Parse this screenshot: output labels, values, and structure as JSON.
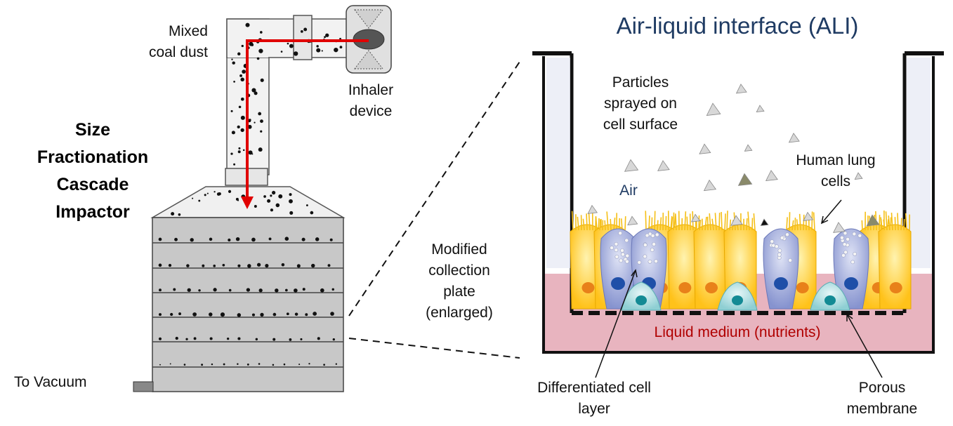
{
  "title": "Air-liquid interface (ALI)",
  "labels": {
    "mixed_coal_dust_line1": "Mixed",
    "mixed_coal_dust_line2": "coal dust",
    "inhaler_line1": "Inhaler",
    "inhaler_line2": "device",
    "impactor_line1": "Size",
    "impactor_line2": "Fractionation",
    "impactor_line3": "Cascade",
    "impactor_line4": "Impactor",
    "to_vacuum": "To Vacuum",
    "modified_line1": "Modified",
    "modified_line2": "collection",
    "modified_line3": "plate",
    "modified_line4": "(enlarged)",
    "particles_line1": "Particles",
    "particles_line2": "sprayed on",
    "particles_line3": "cell surface",
    "human_line1": "Human lung",
    "human_line2": "cells",
    "air": "Air",
    "liquid": "Liquid medium (nutrients)",
    "diff_line1": "Differentiated cell",
    "diff_line2": "layer",
    "porous_line1": "Porous",
    "porous_line2": "membrane"
  },
  "colors": {
    "title": "#1f3b63",
    "arrow": "#e00000",
    "liquid": "#e8b4bf",
    "liquid_text": "#b00000",
    "cell_yellow": "#ffd23a",
    "cell_blue": "#9aa6d8",
    "impactor_fill": "#c8c8c8"
  }
}
